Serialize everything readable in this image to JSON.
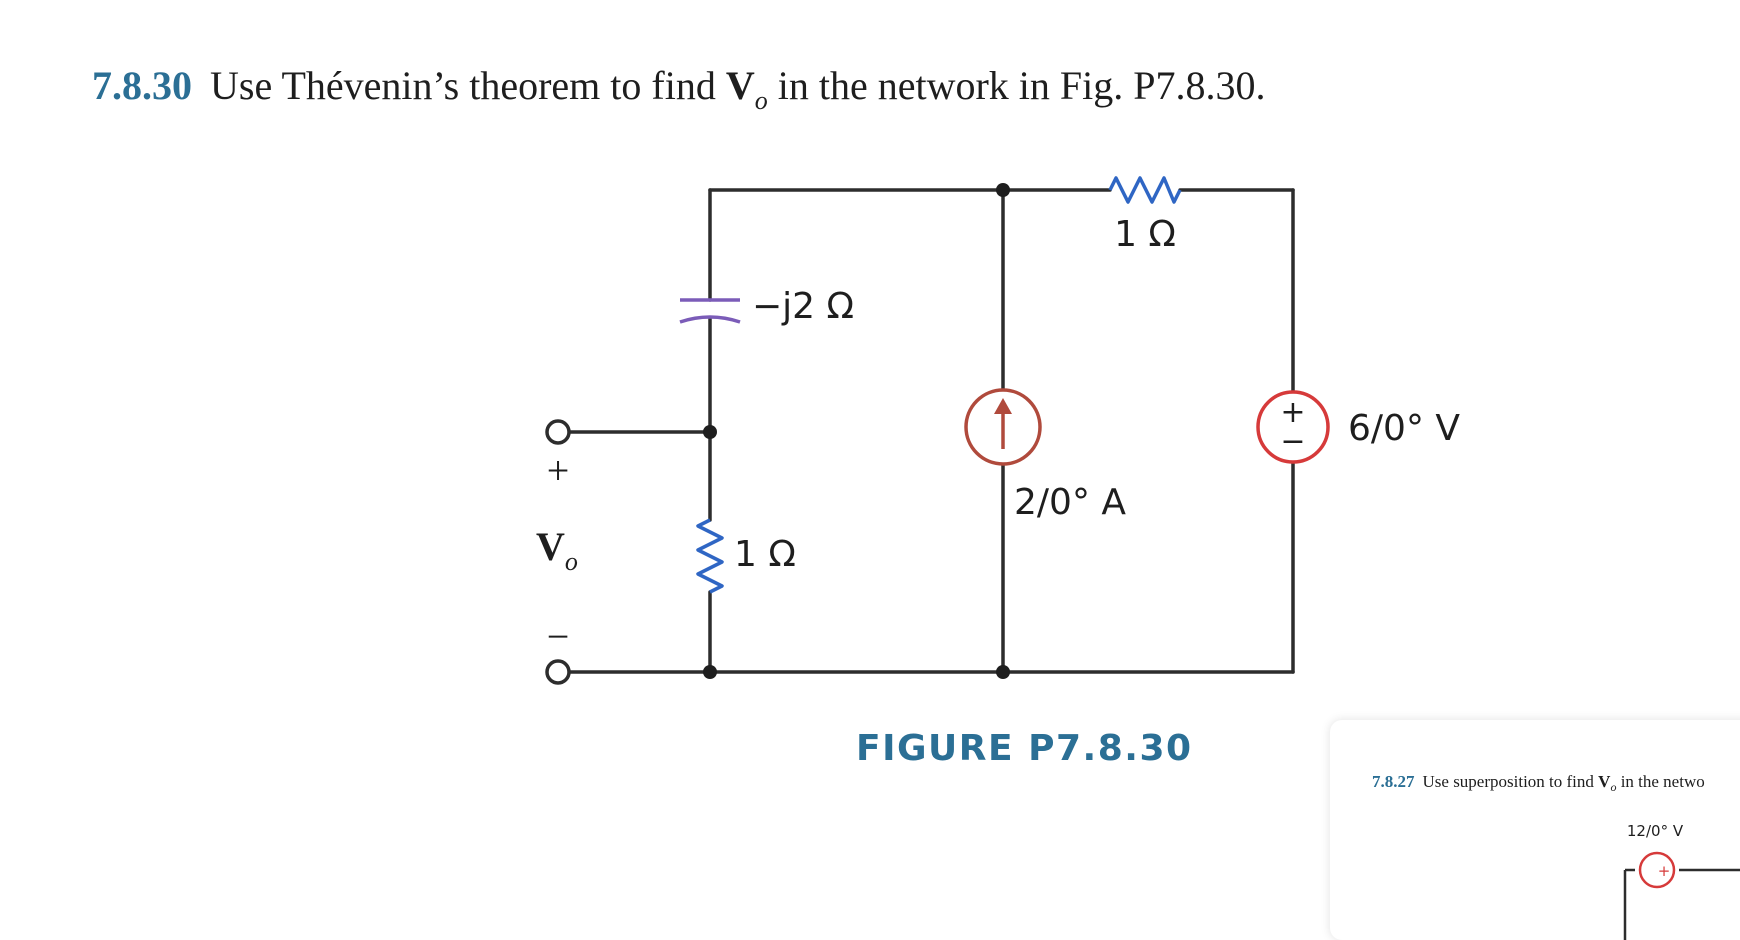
{
  "problem": {
    "number": "7.8.30",
    "text_before": "Use Thévenin’s theorem to find ",
    "var_main": "V",
    "var_sub": "o",
    "text_after": " in the network in Fig. P7.8.30."
  },
  "circuit": {
    "capacitor_label": "−j2 Ω",
    "resistor_top_label": "1 Ω",
    "resistor_left_label": "1 Ω",
    "current_source_label": "2/0° A",
    "voltage_source_label": "6/0° V",
    "terminal_plus": "+",
    "terminal_minus": "−",
    "output_main": "V",
    "output_sub": "o",
    "source_plus": "+",
    "source_minus": "−"
  },
  "figure_caption": "FIGURE P7.8.30",
  "thumbnail": {
    "number": "7.8.27",
    "text_before": "Use superposition to find ",
    "var_main": "V",
    "var_sub": "o",
    "text_after": " in the netwo",
    "source_label": "12/0° V",
    "source_plus": "+"
  },
  "colors": {
    "accent": "#2b6f95",
    "wire": "#2d2d2d",
    "capacitor": "#7b5cb8",
    "resistor": "#2f66c4",
    "current_source": "#b04a3c",
    "voltage_source": "#d63a3a"
  }
}
